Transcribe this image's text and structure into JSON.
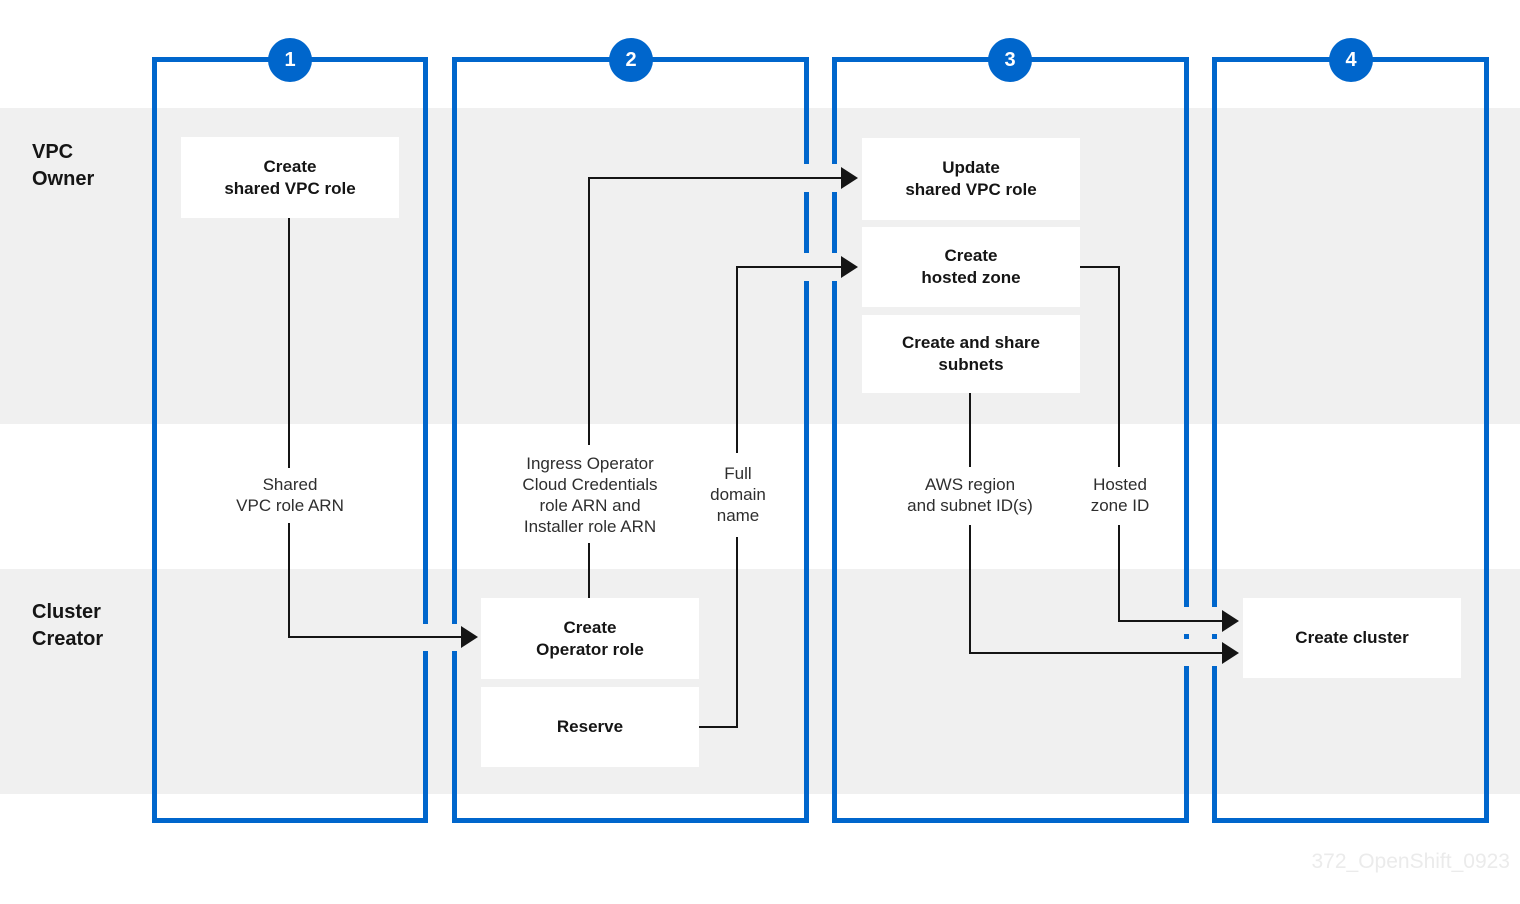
{
  "colors": {
    "accent_blue": "#0066cc",
    "band_gray": "#f0f0f0",
    "line_black": "#151515",
    "watermark_gray": "#ebebeb"
  },
  "watermark": "372_OpenShift_0923",
  "phases": [
    "1",
    "2",
    "3",
    "4"
  ],
  "rows": {
    "vpc_owner": {
      "lines": [
        "VPC",
        "Owner"
      ]
    },
    "cluster_creator": {
      "lines": [
        "Cluster",
        "Creator"
      ]
    }
  },
  "steps": {
    "create_shared_vpc_role": {
      "lines": [
        "Create",
        "shared VPC role"
      ]
    },
    "update_shared_vpc_role": {
      "lines": [
        "Update",
        "shared VPC role"
      ]
    },
    "create_hosted_zone": {
      "lines": [
        "Create",
        "hosted zone"
      ]
    },
    "create_and_share_subnets": {
      "lines": [
        "Create and share",
        "subnets"
      ]
    },
    "create_operator_role": {
      "lines": [
        "Create",
        "Operator role"
      ]
    },
    "reserve": {
      "lines": [
        "Reserve"
      ]
    },
    "create_cluster": {
      "lines": [
        "Create cluster"
      ]
    }
  },
  "annotations": {
    "shared_vpc_role_arn": {
      "lines": [
        "Shared",
        "VPC role ARN"
      ]
    },
    "operator_role_arns": {
      "lines": [
        "Ingress Operator",
        "Cloud Credentials",
        "role ARN and",
        "Installer role ARN"
      ]
    },
    "full_domain_name": {
      "lines": [
        "Full",
        "domain",
        "name"
      ]
    },
    "aws_region_subnets": {
      "lines": [
        "AWS region",
        "and subnet ID(s)"
      ]
    },
    "hosted_zone_id": {
      "lines": [
        "Hosted",
        "zone ID"
      ]
    }
  }
}
